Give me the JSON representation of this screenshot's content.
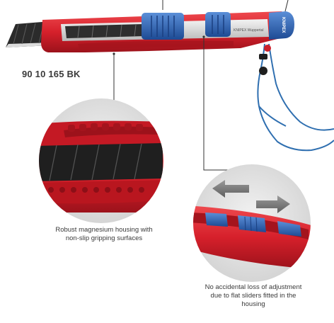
{
  "product": {
    "model_number": "90 10 165 BK",
    "engraving": "KNIPEX Wuppertal",
    "end_cap_text": "KNIPEX"
  },
  "callouts": {
    "housing": {
      "caption_lines": [
        "Robust magnesium housing with",
        "non-slip gripping surfaces"
      ]
    },
    "sliders": {
      "caption_lines": [
        "No accidental loss of adjustment",
        "due to flat sliders fitted in the",
        "housing"
      ]
    }
  },
  "colors": {
    "housing_red": "#d6202b",
    "housing_dark_red": "#9c121b",
    "slider_blue": "#2a63b8",
    "blade_dark": "#2b2b2b",
    "lanyard_blue": "#2f6fb0",
    "circle_bg": "#e7e7e7",
    "text": "#3a3a3a",
    "leader_line": "#333333"
  }
}
